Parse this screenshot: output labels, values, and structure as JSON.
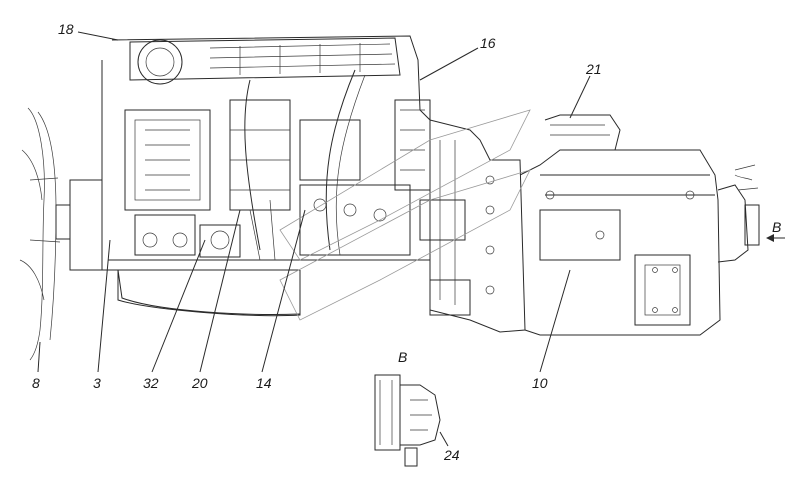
{
  "callouts": {
    "c18": "18",
    "c16": "16",
    "c21": "21",
    "c8": "8",
    "c3": "3",
    "c32": "32",
    "c20": "20",
    "c14": "14",
    "c10": "10",
    "c24": "24"
  },
  "view": {
    "arrow_label": "B",
    "inset_label": "B"
  }
}
